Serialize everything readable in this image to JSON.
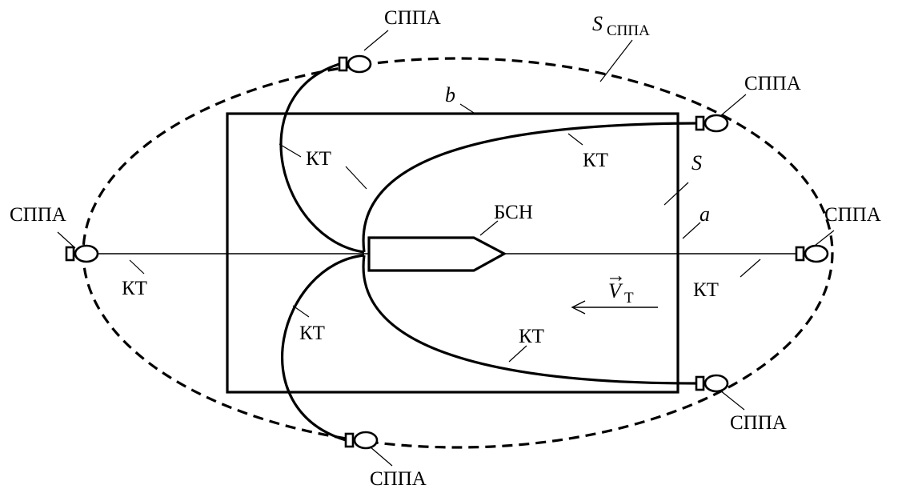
{
  "labels": {
    "sppa": "СППА",
    "kt": "КТ",
    "bsn": "БСН",
    "b": "b",
    "a": "a",
    "s": "S",
    "s_sppa_main": "S",
    "s_sppa_sub": "СППА",
    "v_main": "V",
    "v_sub": "Т",
    "v_arrow": "→"
  }
}
